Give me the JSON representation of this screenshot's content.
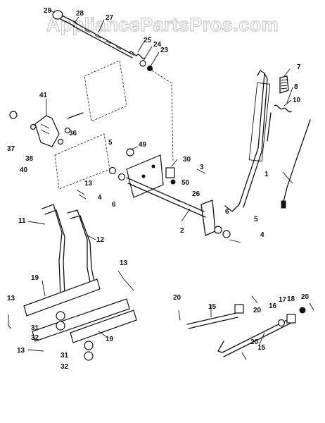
{
  "watermark": "AppliancePartsPros.com",
  "callouts": {
    "p29": "29",
    "p28": "28",
    "p27": "27",
    "p25": "25",
    "p24": "24",
    "p23": "23",
    "p7": "7",
    "p8": "8",
    "p10": "10",
    "p41": "41",
    "p37": "37",
    "p38": "38",
    "p40": "40",
    "p36": "36",
    "p5a": "5",
    "p49": "49",
    "p30": "30",
    "p3": "3",
    "p50": "50",
    "p26": "26",
    "p1": "1",
    "p13a": "13",
    "p4a": "4",
    "p6a": "6",
    "p11": "11",
    "p12": "12",
    "p2": "2",
    "p6b": "6",
    "p5b": "5",
    "p4b": "4",
    "p13b": "13",
    "p19a": "19",
    "p13c": "13",
    "p31a": "31",
    "p32a": "32",
    "p19b": "19",
    "p13d": "13",
    "p31b": "31",
    "p32b": "32",
    "p20a": "20",
    "p15a": "15",
    "p20b": "20",
    "p17": "17",
    "p16": "16",
    "p18": "18",
    "p20c": "20",
    "p20d": "20",
    "p15b": "15"
  }
}
